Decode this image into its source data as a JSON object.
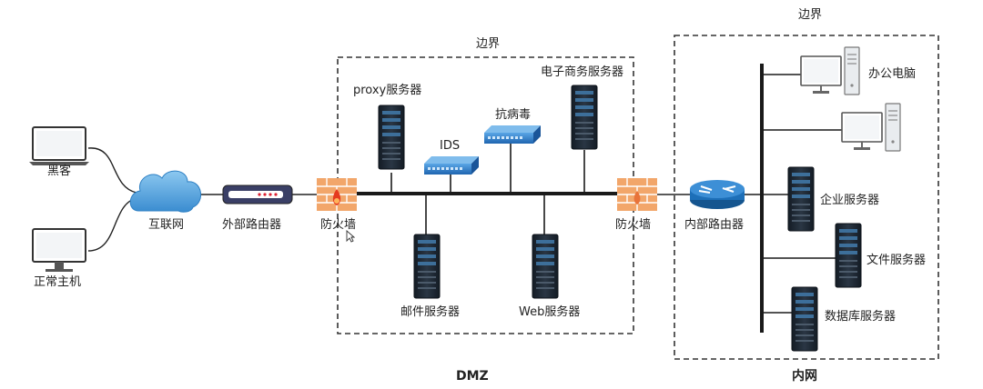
{
  "zones": {
    "dmz_boundary": "边界",
    "dmz_name": "DMZ",
    "intranet_boundary": "边界",
    "intranet_name": "内网"
  },
  "nodes": {
    "hacker": "黑客",
    "normal_host": "正常主机",
    "internet": "互联网",
    "external_router": "外部路由器",
    "firewall_outer": "防火墙",
    "proxy_server": "proxy服务器",
    "ids": "IDS",
    "antivirus": "抗病毒",
    "ecommerce_server": "电子商务服务器",
    "mail_server": "邮件服务器",
    "web_server": "Web服务器",
    "firewall_inner": "防火墙",
    "internal_router": "内部路由器",
    "office_pc": "办公电脑",
    "enterprise_server": "企业服务器",
    "file_server": "文件服务器",
    "database_server": "数据库服务器"
  },
  "colors": {
    "line": "#222222",
    "cloud": "#4a9fd8",
    "device_blue": "#2f78c4",
    "server_dark": "#1f2a36",
    "brick": "#e88a4a",
    "router": "#1d6fb8"
  }
}
